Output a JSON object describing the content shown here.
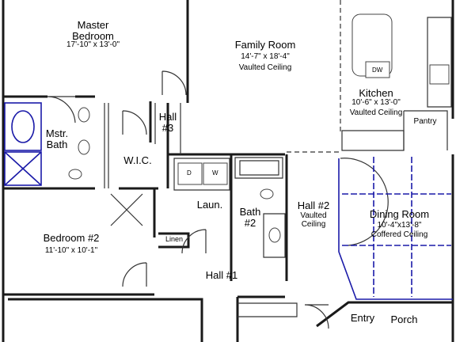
{
  "rooms": {
    "master_bedroom": {
      "name_line1": "Master",
      "name_line2": "Bedroom",
      "dims": "17'-10\" x 13'-0\""
    },
    "family_room": {
      "name": "Family Room",
      "dims": "14'-7\" x 18'-4\"",
      "note": "Vaulted Ceiling"
    },
    "kitchen": {
      "name": "Kitchen",
      "dims": "10'-6\" x 13'-0\"",
      "note": "Vaulted Ceiling"
    },
    "pantry": {
      "name": "Pantry"
    },
    "hall3": {
      "name_line1": "Hall",
      "name_line2": "#3"
    },
    "mstr_bath": {
      "name_line1": "Mstr.",
      "name_line2": "Bath"
    },
    "wic": {
      "name": "W.I.C."
    },
    "laundry": {
      "name": "Laun."
    },
    "bath2": {
      "name_line1": "Bath",
      "name_line2": "#2"
    },
    "hall2": {
      "name": "Hall #2",
      "note_line1": "Vaulted",
      "note_line2": "Ceiling"
    },
    "dining_room": {
      "name": "Dining Room",
      "dims": "10'-4\"x13'-8\"",
      "note": "Coffered Ceiling"
    },
    "bedroom2": {
      "name": "Bedroom #2",
      "dims": "11'-10\" x 10'-1\""
    },
    "linen": {
      "name": "Linen"
    },
    "hall1": {
      "name": "Hall #1"
    },
    "entry": {
      "name": "Entry"
    },
    "porch": {
      "name": "Porch"
    }
  },
  "appliances": {
    "dishwasher": "DW",
    "dryer": "D",
    "washer": "W"
  },
  "colors": {
    "wall": "#1a1a1a",
    "fixture_blue": "#1a1aa8",
    "line": "#333333",
    "background": "#ffffff"
  }
}
